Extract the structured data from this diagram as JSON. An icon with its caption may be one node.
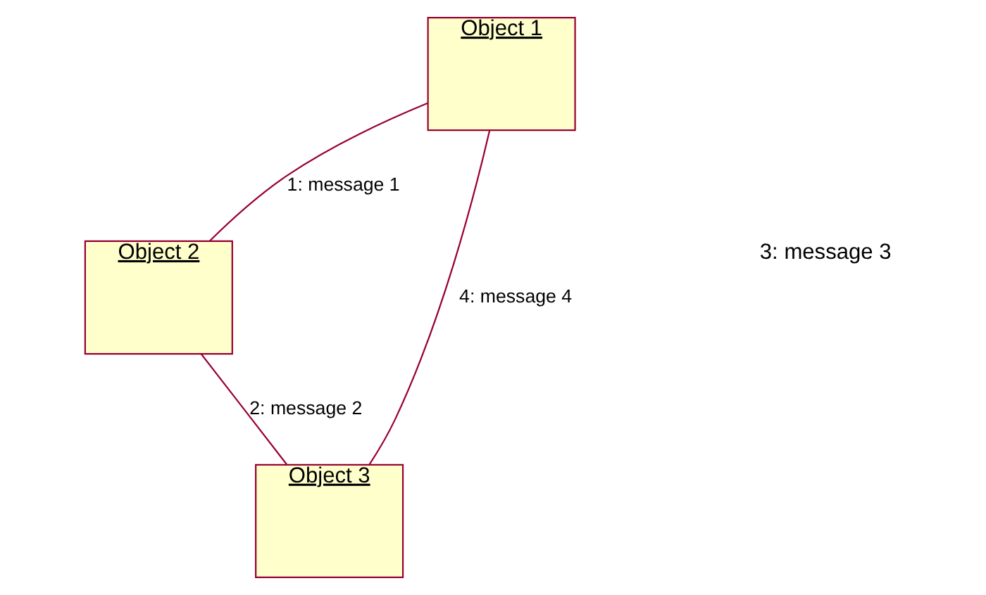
{
  "diagram": {
    "nodes": [
      {
        "text": [
          "Object 1"
        ]
      },
      {
        "text": [
          "Object 2"
        ]
      },
      {
        "text": [
          "Object 3"
        ]
      }
    ],
    "edges": [
      {
        "from": 0,
        "to": 1,
        "arrow": "none",
        "label": "1: message 1"
      },
      {
        "from": 1,
        "to": 2,
        "arrow": "none",
        "label": "2: message 2"
      },
      {
        "from": 0,
        "to": 2,
        "arrow": "none",
        "label": "4: message 4"
      }
    ],
    "labels": [
      "3: message 3"
    ]
  }
}
